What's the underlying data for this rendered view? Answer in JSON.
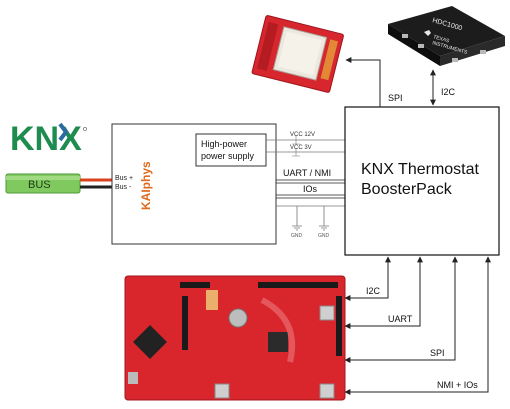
{
  "logo": {
    "text": "KNX",
    "brand_green": "#1e8b4f",
    "brand_blue": "#2d6aa0"
  },
  "bus_cable": {
    "label": "BUS",
    "color": "#7fc95e"
  },
  "kaiphys": {
    "label": "KAIphys",
    "label_color": "#e06a1e",
    "bus_plus": "Bus +",
    "bus_minus": "Bus -",
    "power_supply_line1": "High-power",
    "power_supply_line2": "power supply",
    "vcc_12v": "VCC 12V",
    "vcc_3v": "VCC 3V",
    "uart_nmi": "UART / NMI",
    "ios": "IOs",
    "gnd_1": "GND",
    "gnd_2": "GND"
  },
  "booster": {
    "line1": "KNX Thermostat",
    "line2": "BoosterPack"
  },
  "top_links": {
    "spi": "SPI",
    "i2c": "I2C"
  },
  "sensor_chip": {
    "part": "HDC1000",
    "brand_line1": "TEXAS",
    "brand_line2": "INSTRUMENTS",
    "color": "#1c1c1c"
  },
  "display_board": {
    "color": "#d7262e"
  },
  "launchpad": {
    "color": "#d8262c"
  },
  "bottom_links": {
    "i2c": "I2C",
    "uart": "UART",
    "spi": "SPI",
    "nmi_ios": "NMI + IOs"
  }
}
